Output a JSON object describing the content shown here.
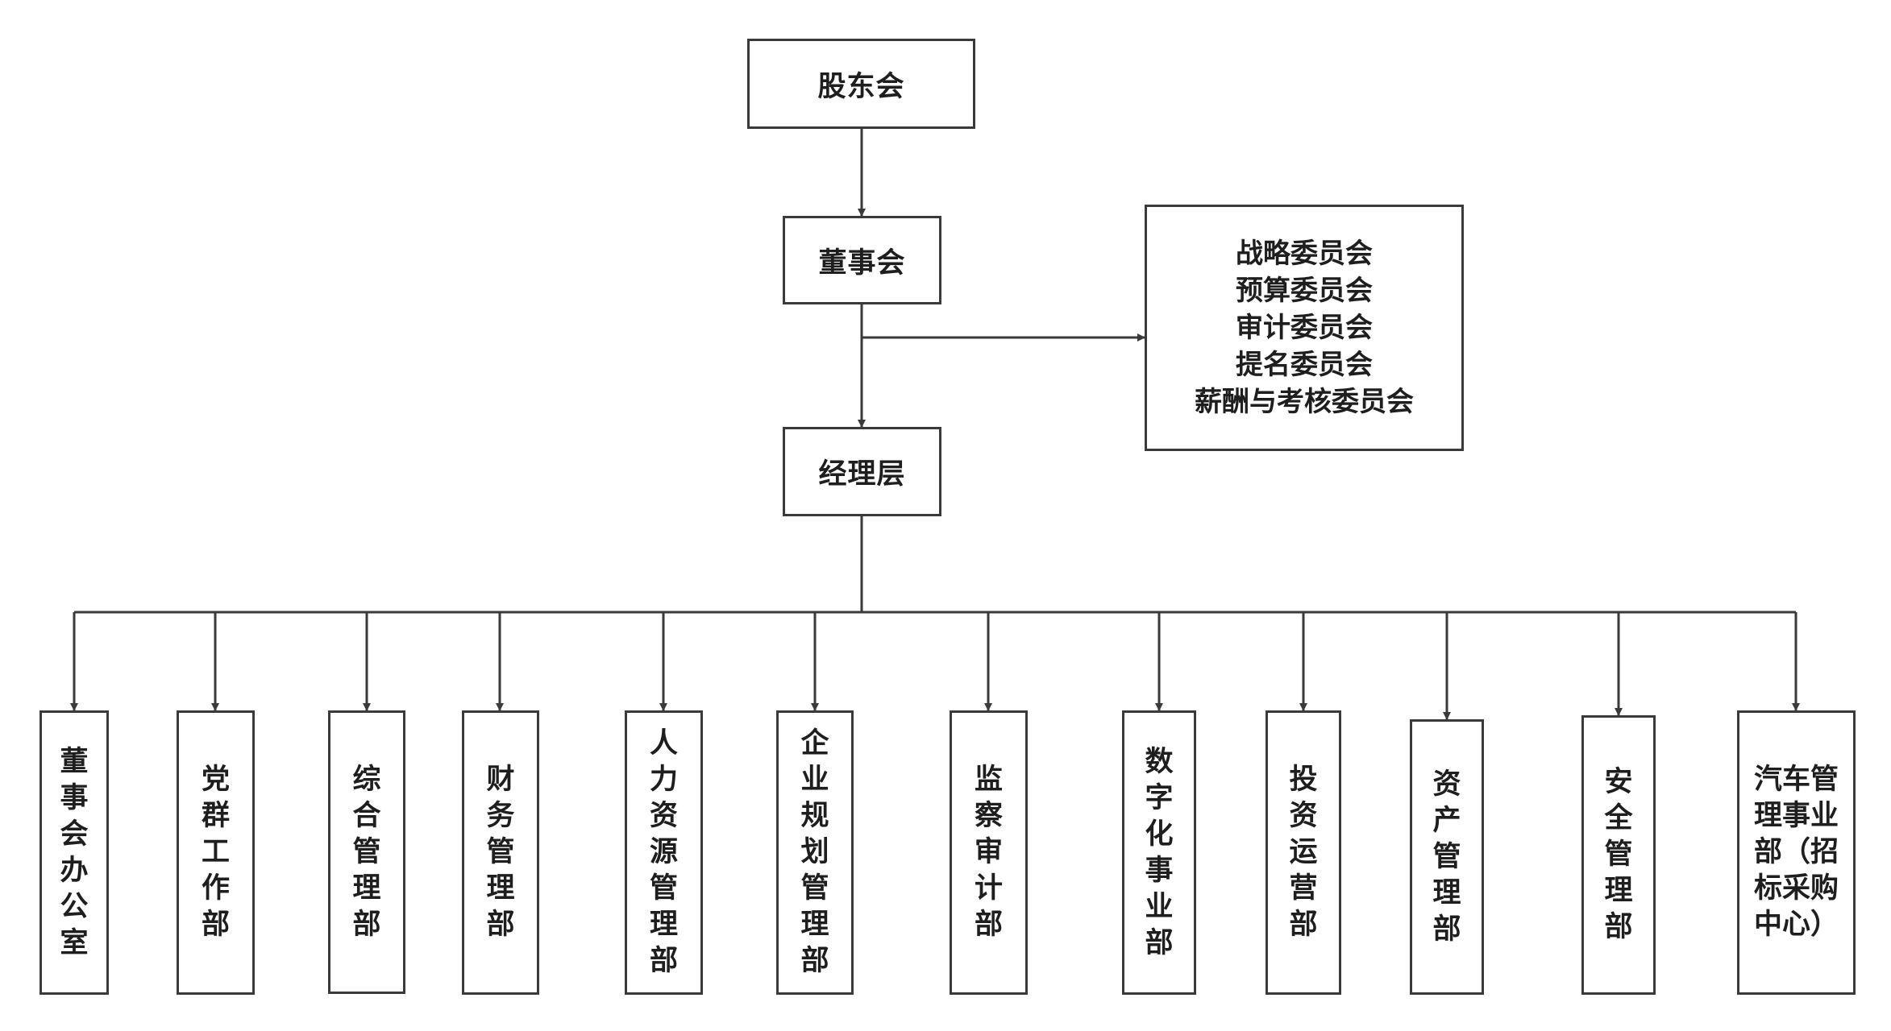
{
  "colors": {
    "line": "#3a3a3a",
    "text": "#1e1e1e",
    "background": "#ffffff"
  },
  "nodes": {
    "shareholders": "股东会",
    "board": "董事会",
    "management": "经理层"
  },
  "committees": [
    "战略委员会",
    "预算委员会",
    "审计委员会",
    "提名委员会",
    "薪酬与考核委员会"
  ],
  "departments": [
    "董事会办公室",
    "党群工作部",
    "综合管理部",
    "财务管理部",
    "人力资源管理部",
    "企业规划管理部",
    "监察审计部",
    "数字化事业部",
    "投资运营部",
    "资产管理部",
    "安全管理部",
    "汽车管理事业部（招标采购中心）"
  ]
}
